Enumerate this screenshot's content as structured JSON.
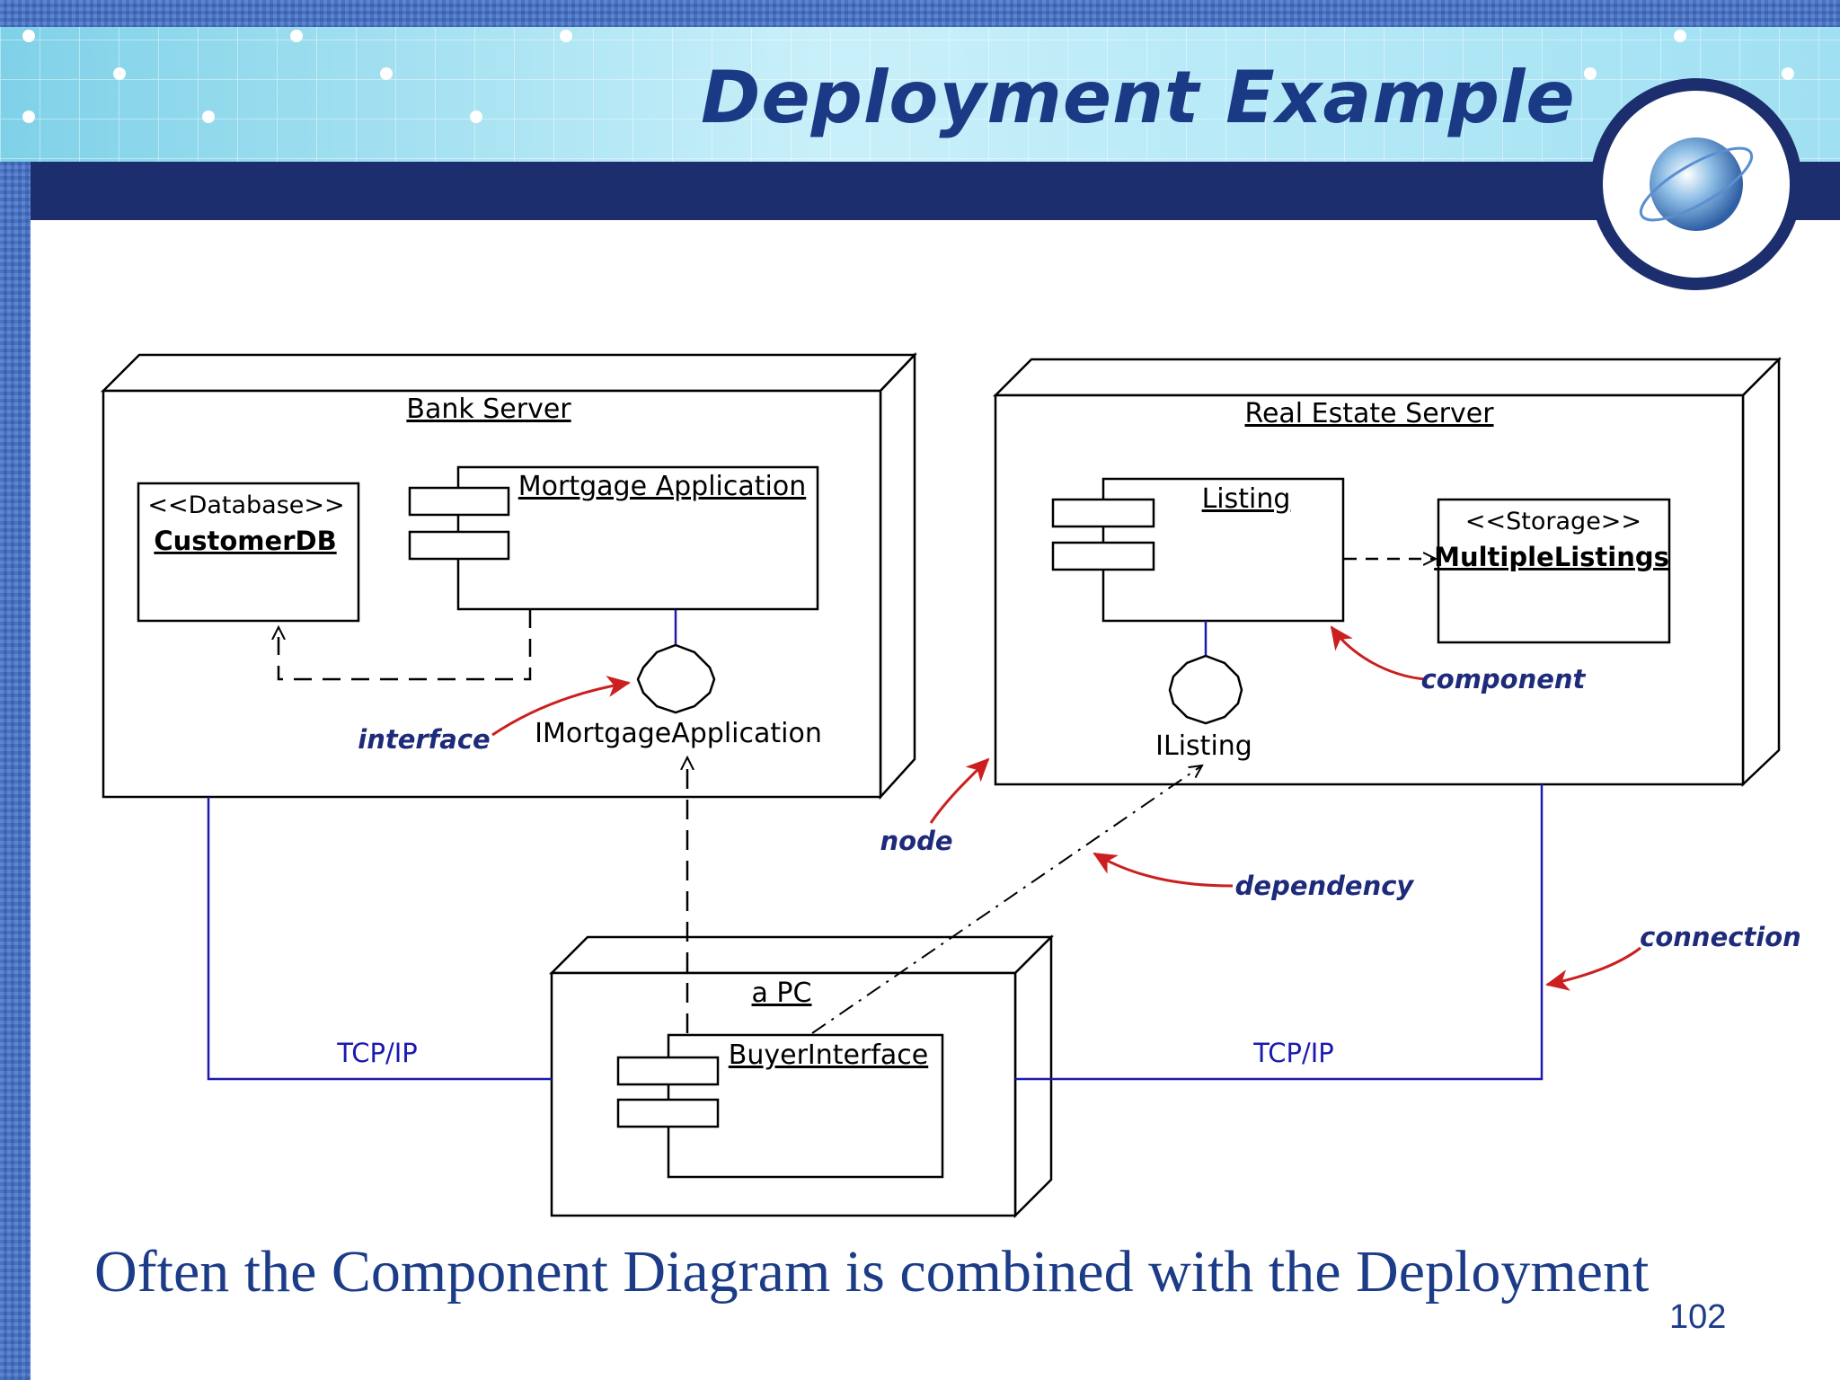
{
  "slide": {
    "title": "Deployment Example",
    "caption": "Often the Component Diagram is combined with the Deployment",
    "page_number": "102"
  },
  "nodes": {
    "bank_server": "Bank Server",
    "real_estate_server": "Real Estate Server",
    "pc": "a PC"
  },
  "components": {
    "customer_db_stereotype": "<<Database>>",
    "customer_db": "CustomerDB",
    "mortgage_application": "Mortgage Application",
    "listing": "Listing",
    "multiple_listings_stereotype": "<<Storage>>",
    "multiple_listings": "MultipleListings",
    "buyer_interface": "BuyerInterface"
  },
  "interfaces": {
    "imortgage_application": "IMortgageApplication",
    "ilisting": "IListing"
  },
  "connections": {
    "left": "TCP/IP",
    "right": "TCP/IP"
  },
  "annotations": {
    "interface": "interface",
    "component": "component",
    "node": "node",
    "dependency": "dependency",
    "connection": "connection"
  },
  "colors": {
    "title": "#1a3a86",
    "annotation_arrow": "#cc1f1f",
    "annotation_text": "#1e2a7a",
    "connection_line": "#1a1ab0"
  }
}
